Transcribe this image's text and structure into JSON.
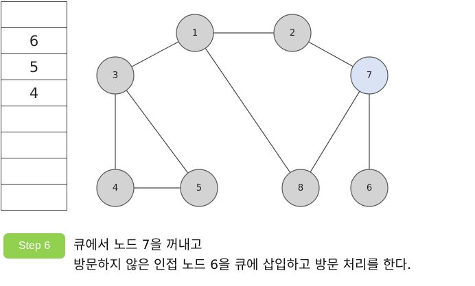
{
  "queue": {
    "cells": [
      "",
      "6",
      "5",
      "4",
      "",
      "",
      "",
      ""
    ]
  },
  "graph": {
    "nodes": [
      {
        "id": "1",
        "label": "1",
        "state": "visited"
      },
      {
        "id": "2",
        "label": "2",
        "state": "visited"
      },
      {
        "id": "3",
        "label": "3",
        "state": "visited"
      },
      {
        "id": "4",
        "label": "4",
        "state": "visited"
      },
      {
        "id": "5",
        "label": "5",
        "state": "visited"
      },
      {
        "id": "6",
        "label": "6",
        "state": "visited"
      },
      {
        "id": "7",
        "label": "7",
        "state": "current"
      },
      {
        "id": "8",
        "label": "8",
        "state": "visited"
      }
    ],
    "edges": [
      [
        "1",
        "2"
      ],
      [
        "1",
        "3"
      ],
      [
        "1",
        "8"
      ],
      [
        "2",
        "7"
      ],
      [
        "3",
        "4"
      ],
      [
        "3",
        "5"
      ],
      [
        "4",
        "5"
      ],
      [
        "7",
        "8"
      ],
      [
        "7",
        "6"
      ]
    ]
  },
  "colors": {
    "visited": "#d3d3d3",
    "current": "#dae3f3",
    "badge": "#92d050"
  },
  "step": {
    "badge": "Step 6",
    "line1": "큐에서 노드 7을 꺼내고",
    "line2": "방문하지 않은 인접 노드 6을 큐에 삽입하고 방문 처리를 한다."
  }
}
